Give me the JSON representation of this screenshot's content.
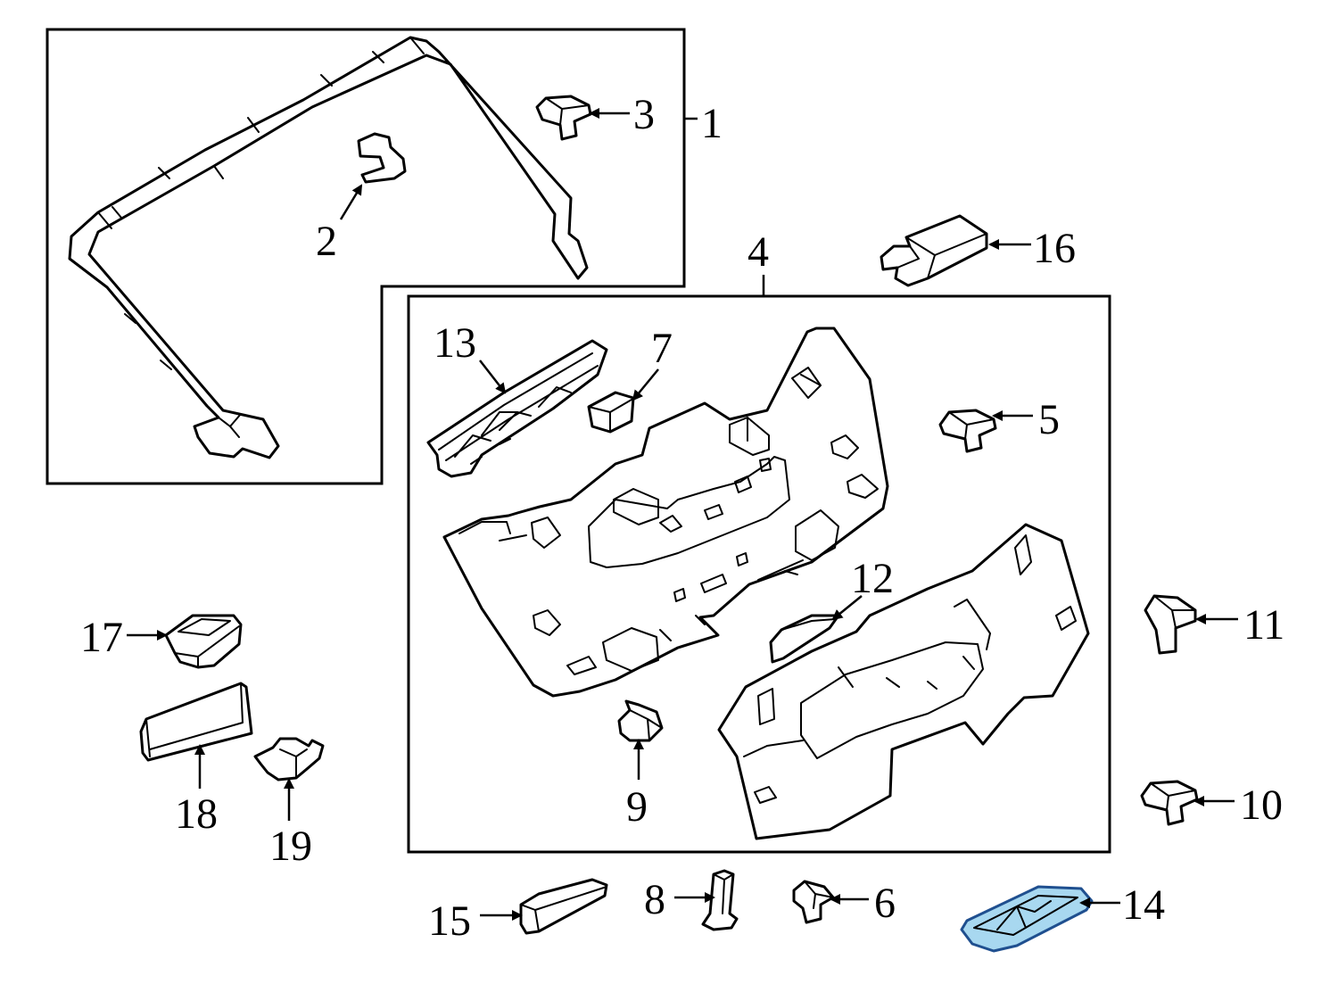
{
  "callouts": {
    "c1": "1",
    "c2": "2",
    "c3": "3",
    "c4": "4",
    "c5": "5",
    "c6": "6",
    "c7": "7",
    "c8": "8",
    "c9": "9",
    "c10": "10",
    "c11": "11",
    "c12": "12",
    "c13": "13",
    "c14": "14",
    "c15": "15",
    "c16": "16",
    "c17": "17",
    "c18": "18",
    "c19": "19"
  },
  "colors": {
    "line": "#000000",
    "background": "#ffffff",
    "highlight_fill": "#a8d8f0",
    "highlight_stroke": "#1f4f8f"
  },
  "highlighted_part": "14"
}
